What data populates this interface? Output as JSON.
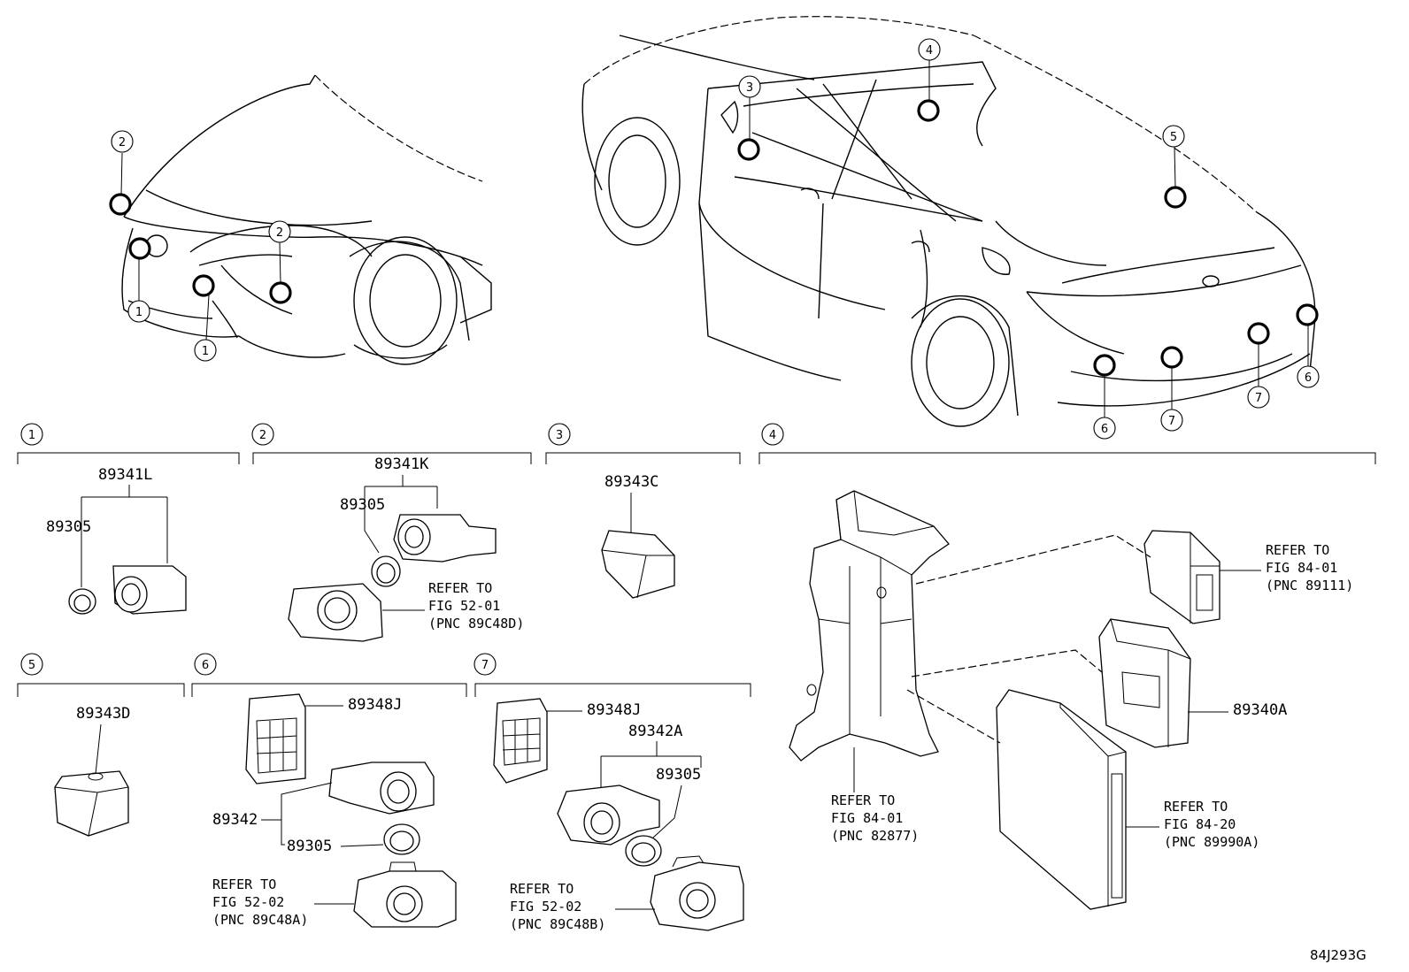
{
  "figure_code": "84J293G",
  "callout_numbers": [
    "1",
    "2",
    "3",
    "4",
    "5",
    "6",
    "7"
  ],
  "groups": [
    {
      "number": "1",
      "parts": [
        "89341L",
        "89305"
      ]
    },
    {
      "number": "2",
      "parts": [
        "89341K",
        "89305"
      ],
      "reference": {
        "line1": "REFER TO",
        "line2": "FIG 52-01",
        "line3": "(PNC 89C48D)"
      }
    },
    {
      "number": "3",
      "parts": [
        "89343C"
      ]
    },
    {
      "number": "4",
      "parts": [
        "89340A"
      ],
      "references": [
        {
          "line1": "REFER TO",
          "line2": "FIG 84-01",
          "line3": "(PNC 89111)"
        },
        {
          "line1": "REFER TO",
          "line2": "FIG 84-01",
          "line3": "(PNC 82877)"
        },
        {
          "line1": "REFER TO",
          "line2": "FIG 84-20",
          "line3": "(PNC 89990A)"
        }
      ]
    },
    {
      "number": "5",
      "parts": [
        "89343D"
      ]
    },
    {
      "number": "6",
      "parts": [
        "89348J",
        "89342",
        "89305"
      ],
      "reference": {
        "line1": "REFER TO",
        "line2": "FIG 52-02",
        "line3": "(PNC 89C48A)"
      }
    },
    {
      "number": "7",
      "parts": [
        "89348J",
        "89342A",
        "89305"
      ],
      "reference": {
        "line1": "REFER TO",
        "line2": "FIG 52-02",
        "line3": "(PNC 89C48B)"
      }
    }
  ]
}
